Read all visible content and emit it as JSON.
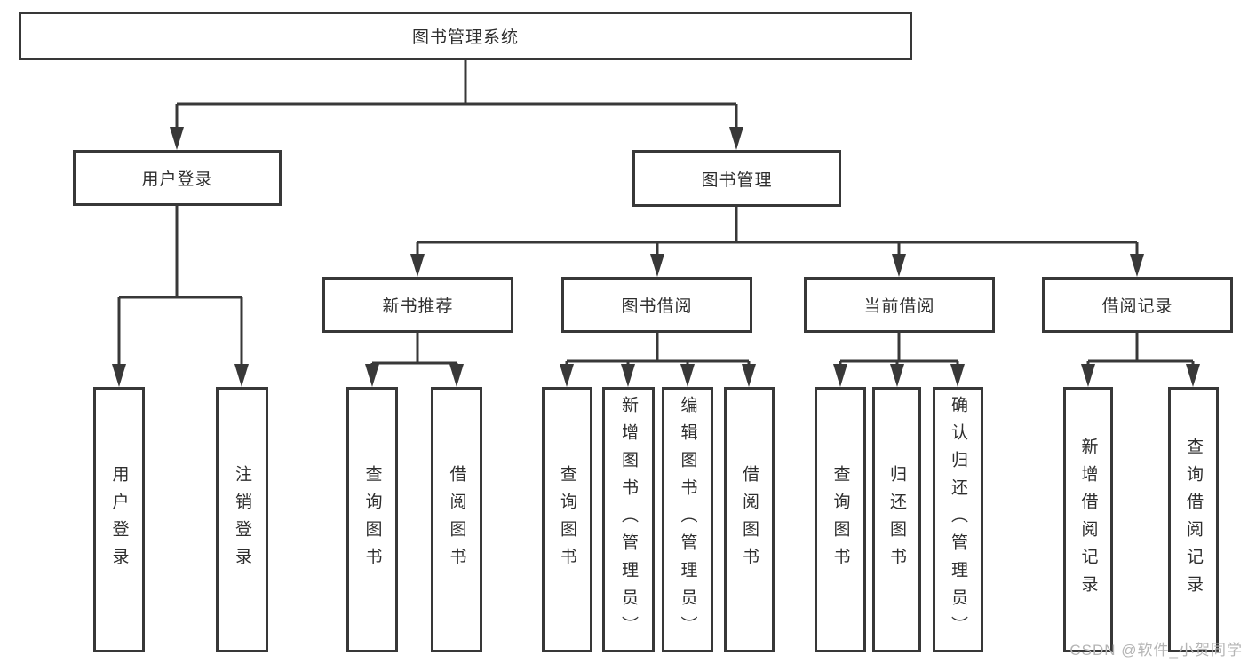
{
  "tree": {
    "label": "图书管理系统",
    "children": [
      {
        "label": "用户登录",
        "children": [
          {
            "label": "用户登录"
          },
          {
            "label": "注销登录"
          }
        ]
      },
      {
        "label": "图书管理",
        "children": [
          {
            "label": "新书推荐",
            "children": [
              {
                "label": "查询图书"
              },
              {
                "label": "借阅图书"
              }
            ]
          },
          {
            "label": "图书借阅",
            "children": [
              {
                "label": "查询图书"
              },
              {
                "label": "新增图书（管理员）"
              },
              {
                "label": "编辑图书（管理员）"
              },
              {
                "label": "借阅图书"
              }
            ]
          },
          {
            "label": "当前借阅",
            "children": [
              {
                "label": "查询图书"
              },
              {
                "label": "归还图书"
              },
              {
                "label": "确认归还（管理员）"
              }
            ]
          },
          {
            "label": "借阅记录",
            "children": [
              {
                "label": "新增借阅记录"
              },
              {
                "label": "查询借阅记录"
              }
            ]
          }
        ]
      }
    ]
  },
  "watermark": "CSDN @软件_小贺同学",
  "colors": {
    "line": "#383838",
    "text": "#2e2e2e",
    "watermark": "#b5b5b5",
    "background": "#ffffff"
  }
}
